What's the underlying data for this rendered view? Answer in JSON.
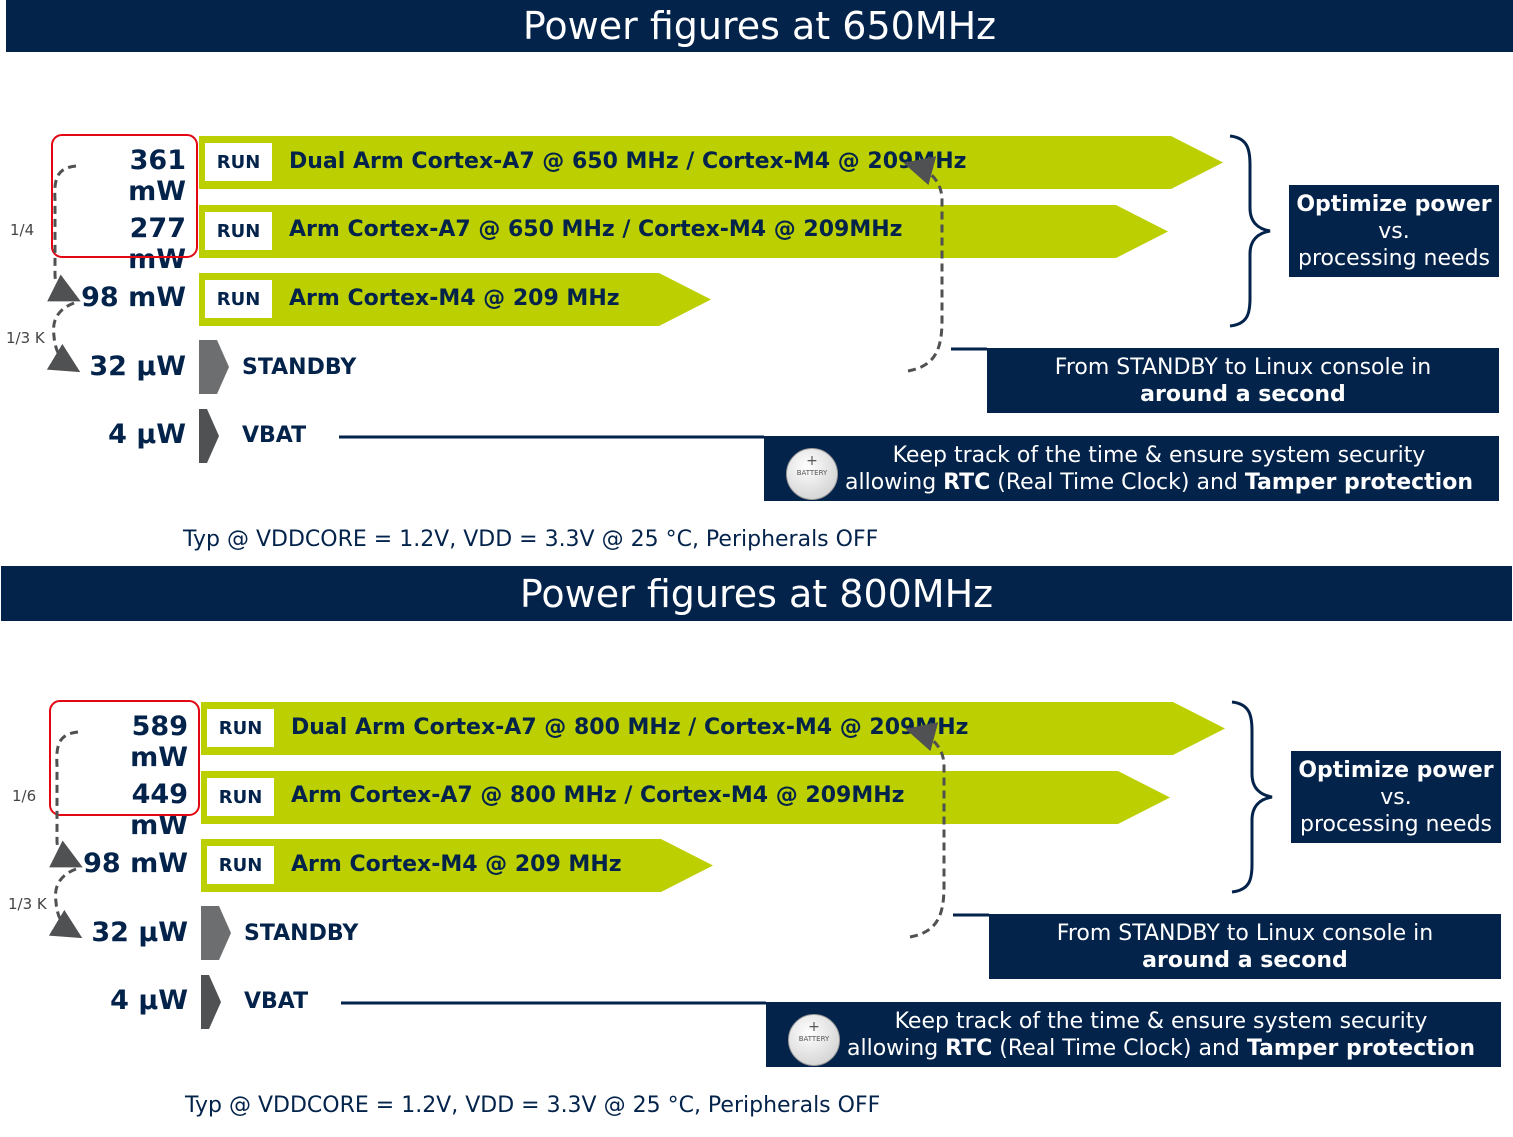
{
  "sections": [
    {
      "title": "Power figures at 650MHz",
      "rows": [
        {
          "value": "361 mW",
          "badge": "RUN",
          "label": "Dual Arm Cortex-A7 @ 650 MHz / Cortex-M4 @ 209MHz"
        },
        {
          "value": "277 mW",
          "badge": "RUN",
          "label": "Arm Cortex-A7 @ 650 MHz / Cortex-M4 @ 209MHz"
        },
        {
          "value": "98 mW",
          "badge": "RUN",
          "label": "Arm Cortex-M4 @ 209 MHz"
        },
        {
          "value": "32 µW",
          "label": "STANDBY"
        },
        {
          "value": "4 µW",
          "label": "VBAT"
        }
      ],
      "ratio_top": "1/4",
      "ratio_bottom": "1/3 K",
      "optimize": {
        "line1": "Optimize power",
        "line2": "vs.",
        "line3": "processing needs"
      },
      "standby_box": {
        "line1": "From STANDBY to Linux console in",
        "line2": "around a second"
      },
      "vbat_box": {
        "line1": "Keep track of the time & ensure system security",
        "prefix": "allowing ",
        "rtc": "RTC",
        "middle": " (Real Time Clock) and ",
        "tamper": "Tamper protection"
      },
      "battery_label": "BATTERY",
      "battery_plus": "+",
      "footnote": "Typ @ VDDCORE = 1.2V, VDD = 3.3V @ 25 °C, Peripherals OFF"
    },
    {
      "title": "Power figures at 800MHz",
      "rows": [
        {
          "value": "589 mW",
          "badge": "RUN",
          "label": "Dual Arm Cortex-A7 @ 800 MHz / Cortex-M4 @ 209MHz"
        },
        {
          "value": "449 mW",
          "badge": "RUN",
          "label": "Arm Cortex-A7 @ 800 MHz / Cortex-M4 @ 209MHz"
        },
        {
          "value": "98 mW",
          "badge": "RUN",
          "label": "Arm Cortex-M4 @ 209 MHz"
        },
        {
          "value": "32 µW",
          "label": "STANDBY"
        },
        {
          "value": "4 µW",
          "label": "VBAT"
        }
      ],
      "ratio_top": "1/6",
      "ratio_bottom": "1/3 K",
      "optimize": {
        "line1": "Optimize power",
        "line2": "vs.",
        "line3": "processing needs"
      },
      "standby_box": {
        "line1": "From STANDBY to Linux console in",
        "line2": "around a second"
      },
      "vbat_box": {
        "line1": "Keep track of the time & ensure system security",
        "prefix": "allowing ",
        "rtc": "RTC",
        "middle": " (Real Time Clock) and ",
        "tamper": "Tamper protection"
      },
      "battery_label": "BATTERY",
      "battery_plus": "+",
      "footnote": "Typ @ VDDCORE = 1.2V, VDD = 3.3V @ 25 °C, Peripherals OFF"
    }
  ],
  "colors": {
    "navy": "#03234b",
    "lime": "#bccf00",
    "grey": "#6d6e70",
    "red": "#e30613"
  }
}
